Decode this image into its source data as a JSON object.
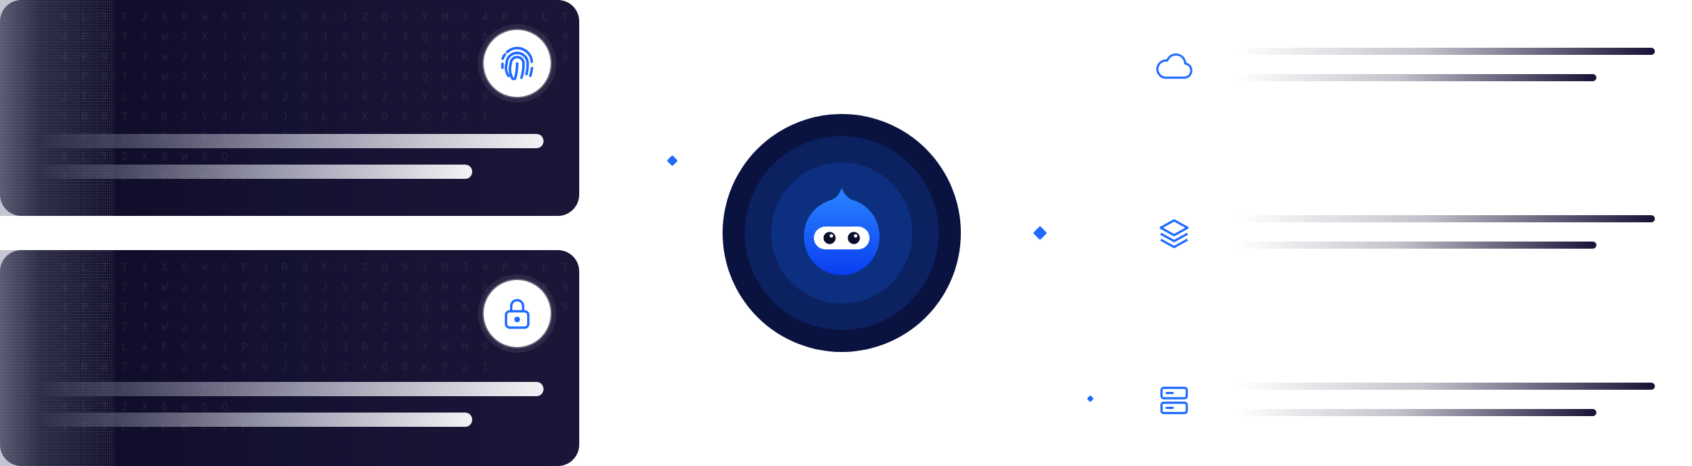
{
  "cards": [
    {
      "icon": "fingerprint-icon",
      "code_lines": [
        "8 L T T 2 X 6 W 5 F 3 R 8 K 1 Z Q 9 Y M J 4 P 9 L T 7",
        "4 P 9 T 7 W 2 X 1 Y 6 F 3 J 5 R Z 3 Q H K 8 L 4 P 9",
        "4 P 9 T 7 W 2 X 1 Y 6 F 3 J 5 R Z 3 Q H K 8 L 4 P 9",
        "4 P 9 T 7 W 2 X 1 Y 6 F 3 J 5 R Z 3 Q H K 8 L 4 T",
        "2 T 7 L 4 F 6 K 1 P 8 J 5 Q 3 R Z 6 Y W M 9 X",
        "5 N 8 T 6 R 2 Y 4 F 9 J 3 L 7 X Q 8 K P 2 1",
        "3 F 5 L 9 R 2 P 1 X 8 T 6 J 4 L 2",
        "8 L T 2 X 6 W 5 Q",
        "3 T 7 L 4 F 6 K 1 P"
      ]
    },
    {
      "icon": "lock-icon",
      "code_lines": [
        "8 L T T 2 X 6 W 5 F 3 R 8 K 1 Z Q 9 Y M J 4 P 9 L T 7",
        "4 P 9 T 7 W 2 X 1 Y 6 F 3 J 5 R Z 3 Q H K 8 L 4 P 9",
        "4 P 9 T 7 W 2 X 1 Y 6 F 3 J 5 R Z 3 Q H K 8 L 4 P 9",
        "4 P 9 T 7 W 2 X 1 Y 6 F 3 J 5 R Z 3 Q H K 8 L 4 T",
        "2 T 7 L 4 F 6 K 1 P 8 J 5 Q 3 R Z 6 Y W M 9 X",
        "5 N 8 T 6 R 2 Y 4 F 9 J 3 L 7 X Q 8 K P 2 1",
        "3 F 5 L 9 R 2 P 1 X 8 T 6 J 4 L 2",
        "8 L T 2 X 6 W 5 Q",
        "3 T 7 L 4 F 6 K 1 P"
      ]
    }
  ],
  "hub": {
    "icon": "mascot-drop-icon"
  },
  "rows": [
    {
      "icon": "cloud-icon"
    },
    {
      "icon": "layers-icon"
    },
    {
      "icon": "server-icon"
    }
  ],
  "colors": {
    "accent": "#1f6bff",
    "dark": "#141131",
    "hub": "#0a1240"
  }
}
